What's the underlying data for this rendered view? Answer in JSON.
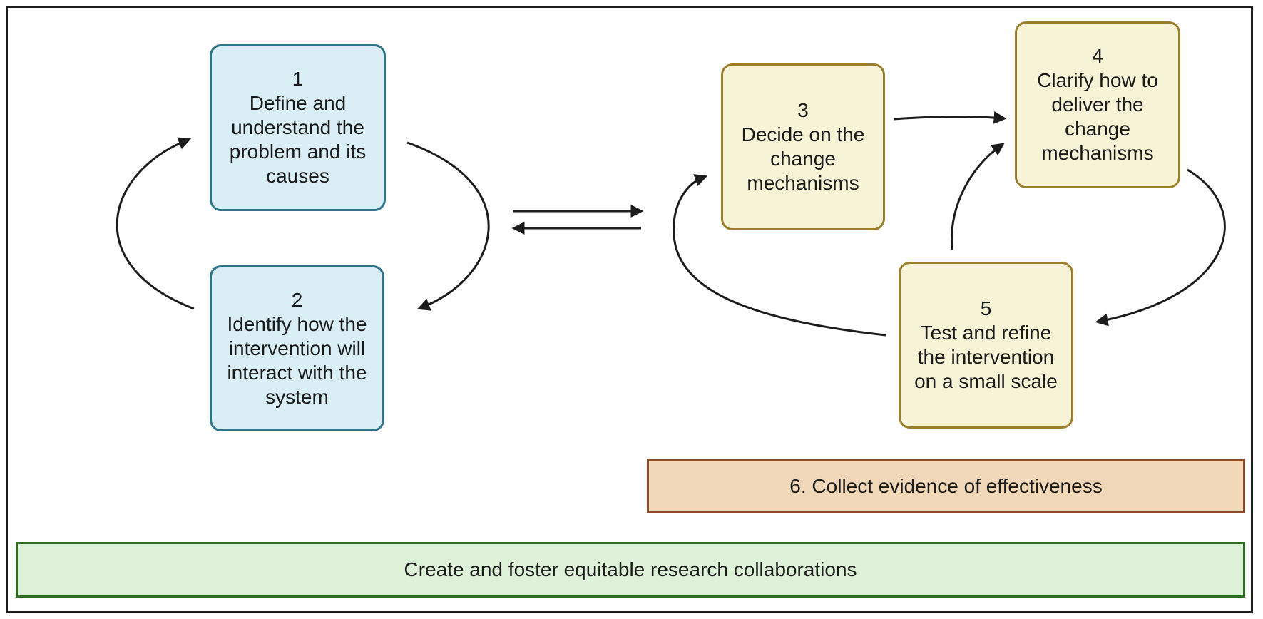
{
  "steps": [
    {
      "number": "1",
      "label": "Define and understand the problem and its causes"
    },
    {
      "number": "2",
      "label": "Identify how the intervention will interact with the system"
    },
    {
      "number": "3",
      "label": "Decide on the change mechanisms"
    },
    {
      "number": "4",
      "label": "Clarify how to deliver the change mechanisms"
    },
    {
      "number": "5",
      "label": "Test and refine the intervention on a small scale"
    }
  ],
  "evidence_bar": {
    "label": "6. Collect evidence of effectiveness"
  },
  "collaboration_bar": {
    "label": "Create and foster equitable research collaborations"
  },
  "colors": {
    "blue_fill": "#daeff5",
    "blue_border": "#2f7589",
    "yellow_fill": "#f6f3d6",
    "yellow_border": "#9b7f2c",
    "evidence_fill": "#f0d8b8",
    "evidence_border": "#8e4c2a",
    "collaboration_fill": "#ddf2d8",
    "collaboration_border": "#2f6e22",
    "arrow": "#1c1c1c"
  }
}
